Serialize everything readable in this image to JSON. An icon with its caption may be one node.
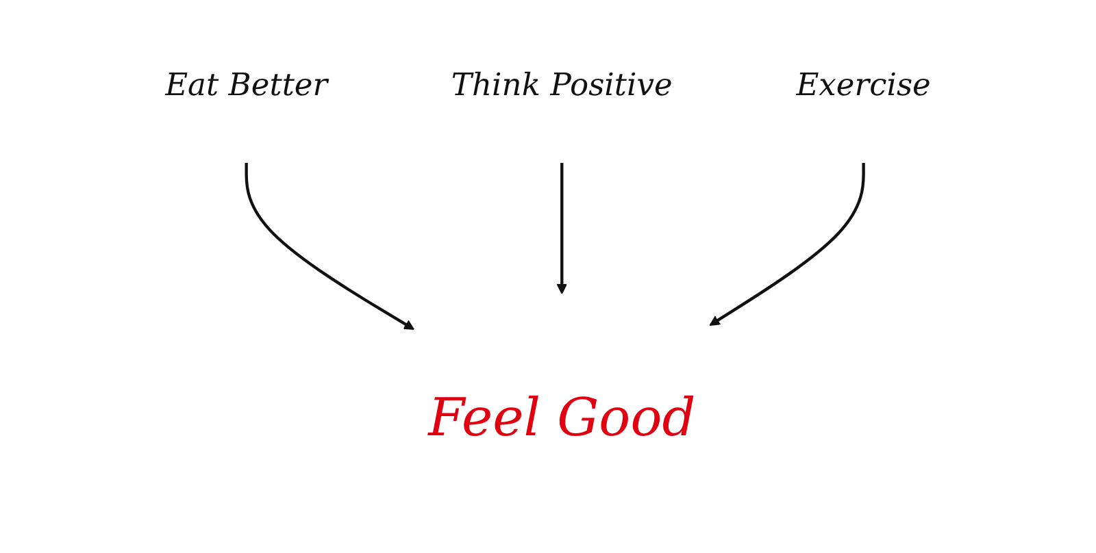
{
  "diagram": {
    "nodes": [
      {
        "text": [
          "Eat Better"
        ]
      },
      {
        "text": [
          "Think Positive"
        ]
      },
      {
        "text": [
          "Exercise"
        ]
      },
      {
        "text": [
          "Feel Good"
        ]
      }
    ],
    "edges": [
      {
        "from": 0,
        "to": 3,
        "arrow": "to"
      },
      {
        "from": 1,
        "to": 3,
        "arrow": "to"
      },
      {
        "from": 2,
        "to": 3,
        "arrow": "to"
      }
    ]
  }
}
